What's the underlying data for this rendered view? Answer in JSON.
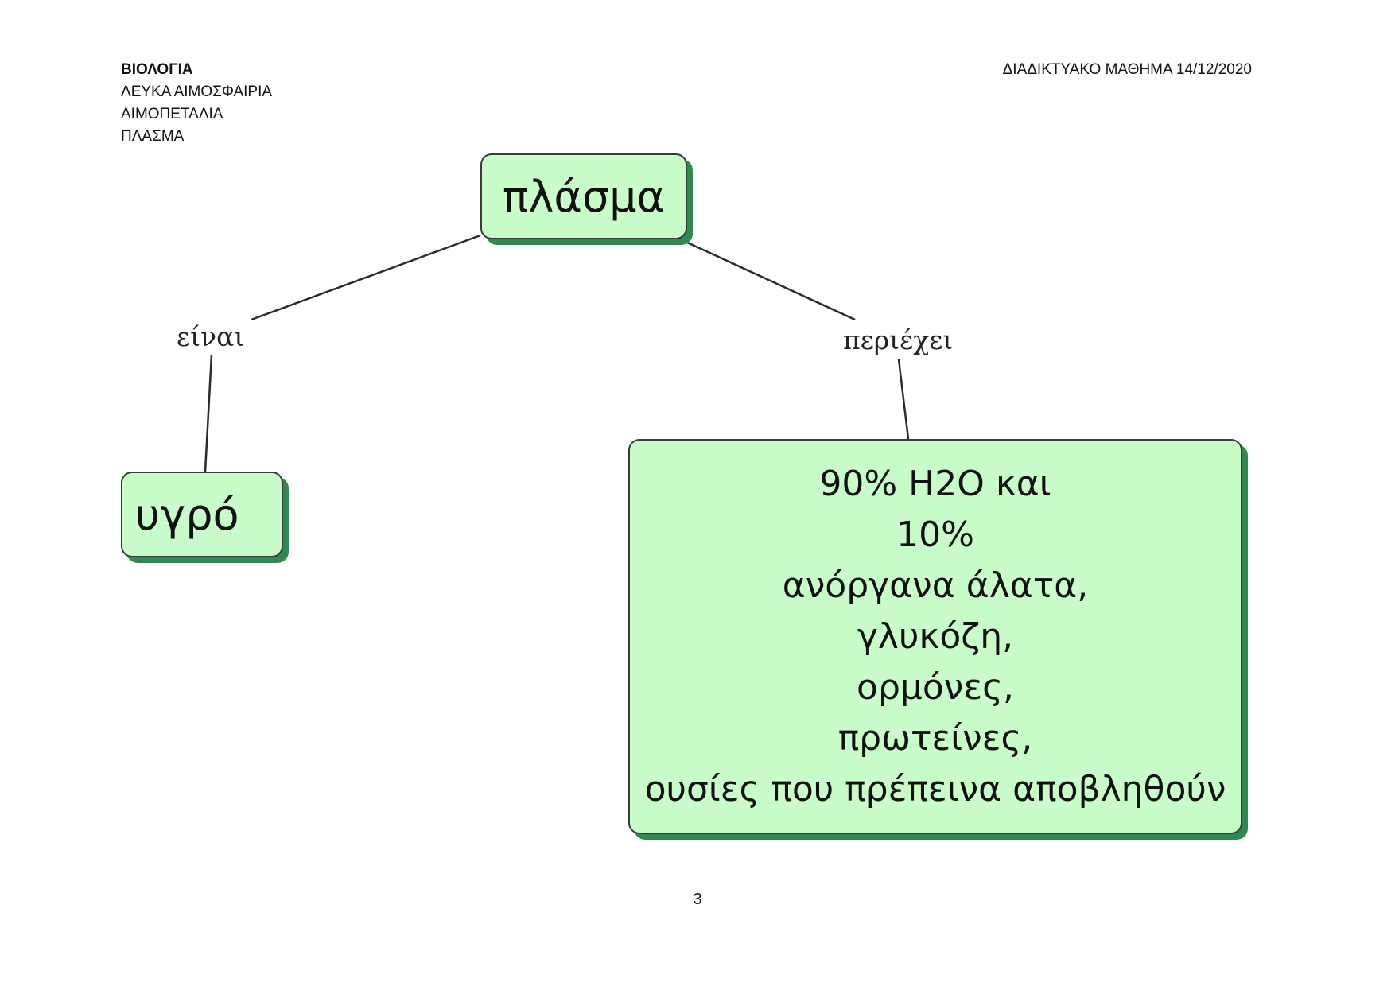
{
  "header": {
    "subject": "ΒΙΟΛΟΓΙΑ",
    "topics": [
      "ΛΕΥΚΑ ΑΙΜΟΣΦΑΙΡΙΑ",
      "ΑΙΜΟΠΕΤΑΛΙΑ",
      "ΠΛΑΣΜΑ"
    ],
    "lesson": "ΔΙΑΔΙΚΤΥΑΚΟ ΜΑΘΗΜΑ 14/12/2020"
  },
  "diagram": {
    "root": "πλάσμα",
    "left_link": "είναι",
    "left_node": "υγρό",
    "right_link": "περιέχει",
    "right_node_lines": [
      "90% H2O και",
      "10%",
      "ανόργανα άλατα,",
      "γλυκόζη,",
      "ορμόνες,",
      "πρωτείνες,",
      "ουσίες που πρέπεινα αποβληθούν"
    ]
  },
  "colors": {
    "node_fill": "#c8fcc8",
    "node_shadow": "#2f8a52",
    "node_border": "#3a3a3a"
  },
  "footer": {
    "page_number": "3"
  }
}
